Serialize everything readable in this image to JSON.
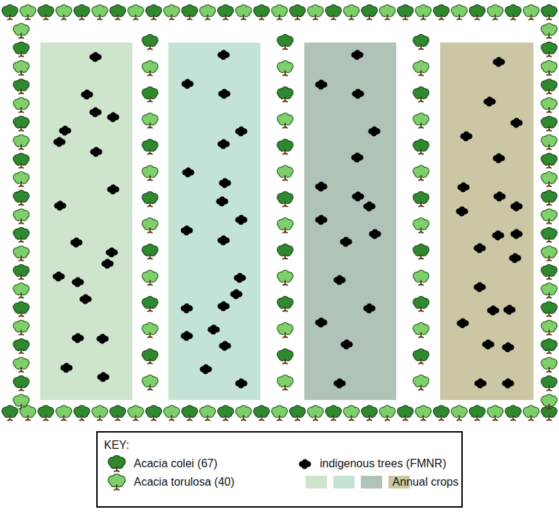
{
  "diagram": {
    "labels": [
      "KEY:"
    ],
    "legend": [
      {
        "text": "Acacia colei (67)"
      },
      {
        "text": "indigenous trees (FMNR)"
      },
      {
        "text": "Acacia torulosa (40)"
      },
      {
        "text": "Annual crops"
      }
    ]
  }
}
